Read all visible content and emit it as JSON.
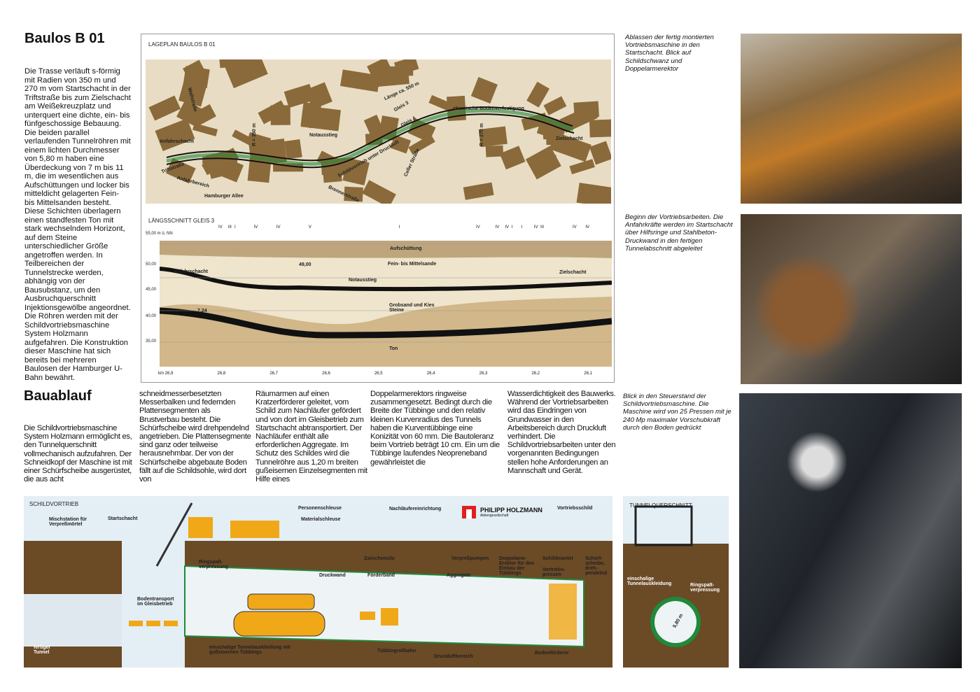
{
  "section1": {
    "title": "Baulos B 01",
    "text": "Die Trasse verläuft s-förmig mit Radien von 350 m und 270 m vom Startschacht in der Triftstraße bis zum Zielschacht am Weißekreuzplatz und unterquert eine dichte, ein- bis fünfgeschossige Bebauung. Die beiden parallel verlaufenden Tunnelröhren mit einem lichten Durchmesser von 5,80 m haben eine Überdeckung von 7 m bis 11 m, die im wesentlichen aus Aufschüttungen und locker bis mitteldicht gelagerten Fein- bis Mittelsanden besteht. Diese Schichten überlagern einen standfesten Ton mit stark wechselndem Horizont, auf dem Steine unterschiedlicher Größe angetroffen werden. In Teilbereichen der Tunnelstrecke werden, abhängig von der Bausubstanz, um den Ausbruchquerschnitt Injektionsgewölbe angeordnet. Die Röhren werden mit der Schildvortriebsmaschine System Holzmann aufgefahren. Die Konstruktion dieser Maschine hat sich bereits bei mehreren Baulosen der Hamburger U-Bahn bewährt."
  },
  "section2": {
    "title": "Bauablauf",
    "columns": [
      "Die Schildvortriebsmaschine System Holzmann ermöglicht es, den Tunnelquerschnitt vollmechanisch aufzufahren. Der Schneidkopf der Maschine ist mit einer Schürfscheibe ausgerüstet, die aus acht",
      "schneidmesserbesetzten Messerbalken und federnden Plattensegmenten als Brustverbau besteht. Die Schürfscheibe wird drehpendelnd angetrieben. Die Plattensegmente sind ganz oder teilweise herausnehmbar. Der von der Schürfscheibe abgebaute Boden fällt auf die Schildsohle, wird dort von",
      "Räumarmen auf einen Kratzerförderer geleitet, vom Schild zum Nachläufer gefördert und von dort im Gleisbetrieb zum Startschacht abtransportiert. Der Nachläufer enthält alle erforderlichen Aggregate. Im Schutz des Schildes wird die Tunnelröhre aus 1,20 m breiten gußeisernen Einzelsegmenten mit Hilfe eines",
      "Doppelarmerektors ringweise zusammengesetzt. Bedingt durch die Breite der Tübbinge und den relativ kleinen Kurvenradius des Tunnels haben die Kurventübbinge eine Konizität von 60 mm. Die Bautoleranz beim Vortrieb beträgt 10 cm. Ein um die Tübbinge laufendes Neopreneband gewährleistet die",
      "Wasserdichtigkeit des Bauwerks. Während der Vortriebsarbeiten wird das Eindringen von Grundwasser in den Arbeitsbereich durch Druckluft verhindert. Die Schildvortriebsarbeiten unter den vorgenannten Bedingungen stellen hohe Anforderungen an Mannschaft und Gerät."
    ]
  },
  "map": {
    "title": "LAGEPLAN BAULOS B 01",
    "labels": [
      "Anfahrschacht",
      "Triftstraße",
      "Anfahrbereich",
      "Hamburger Allee",
      "Notausstieg",
      "Schildvortrieb unter Druckluft",
      "Gleis 3",
      "Gleis 4",
      "Länge ca. 550 m",
      "chemische Bodenverfestigung",
      "Zielschacht",
      "R = 350 m",
      "R = 270 m",
      "Wallstraße",
      "Celler Straße",
      "Brennerstraße"
    ]
  },
  "profile": {
    "title": "LÄNGSSCHNITT GLEIS 3",
    "y_ticks": [
      "55,00 m ü. NN",
      "50,00",
      "45,00",
      "40,00",
      "35,00"
    ],
    "km_ticks": [
      "km  26,9",
      "26,8",
      "26,7",
      "26,6",
      "26,5",
      "26,4",
      "26,3",
      "26,2",
      "26,1"
    ],
    "labels": [
      "Aufschüttung",
      "Fein- bis Mittelsande",
      "Anfahrschacht",
      "Zielschacht",
      "Notausstieg",
      "Grobsand und Kies Steine",
      "Ton",
      "49,00",
      "7,24"
    ],
    "classes": [
      "IV",
      "III",
      "I",
      "IV",
      "IV",
      "V",
      "I",
      "IV",
      "IV",
      "IV",
      "I",
      "I",
      "IV",
      "III",
      "IV",
      "IV"
    ]
  },
  "captions": [
    "Ablassen der fertig montierten Vortriebsmaschine in den Startschacht. Blick auf Schildschwanz und Doppelarmerektor",
    "Beginn der Vortriebsarbeiten. Die Anfahrkräfte werden im Startschacht über Hilfsringe und Stahlbeton-Druckwand in den fertigen Tunnelabschnitt abgeleitet",
    "Blick in den Steuerstand der Schildvortriebsmaschine. Die Maschine wird von 25 Pressen mit je 240 Mp maximaler Vorschubkraft durch den Boden gedrückt"
  ],
  "shield": {
    "title": "SCHILDVORTRIEB",
    "labels": {
      "misch": "Mischstation für Verpreßmörtel",
      "start": "Startschacht",
      "ring": "Ringspalt-verpressung",
      "boden": "Bodentransport im Gleisbetrieb",
      "fertig": "fertiger Tunnel",
      "einschalig": "einschalige Tunnelauskleidung mit gußeisernen Tübbings",
      "personen": "Personenschleuse",
      "material": "Materialschleuse",
      "druckwand": "Druckwand",
      "zwischensilo": "Zwischensilo",
      "foerderband": "Förderband",
      "nachlaeufer": "Nachläufereinrichtung",
      "pumpen": "Verpreßpumpen",
      "aggregate": "Aggregate",
      "erektor": "Doppelarm-Erektor für den Einbau der Tübbings",
      "mantel": "Schildmantel",
      "pressen": "Vortriebs-pressen",
      "schild": "Vortriebsschild",
      "scheibe": "Schürf-scheibe, dreh-pendelnd",
      "rollbahn": "Tübbingrollbahn",
      "druckluft": "Druckluftbereich",
      "bodenfoerderer": "Bodenförderer"
    },
    "brand": "PHILIPP HOLZMANN",
    "brand_sub": "Aktiengesellschaft"
  },
  "cross": {
    "title": "TUNNELQUERSCHNITT",
    "labels": [
      "einschalige Tunnelauskleidung",
      "Ringspalt-verpressung",
      "5,80 m"
    ]
  },
  "colors": {
    "brown": "#8a6a3a",
    "soil": "#6b4a26",
    "ochre": "#f0a818",
    "green": "#1f8a3a",
    "sky": "#e3eef5"
  }
}
